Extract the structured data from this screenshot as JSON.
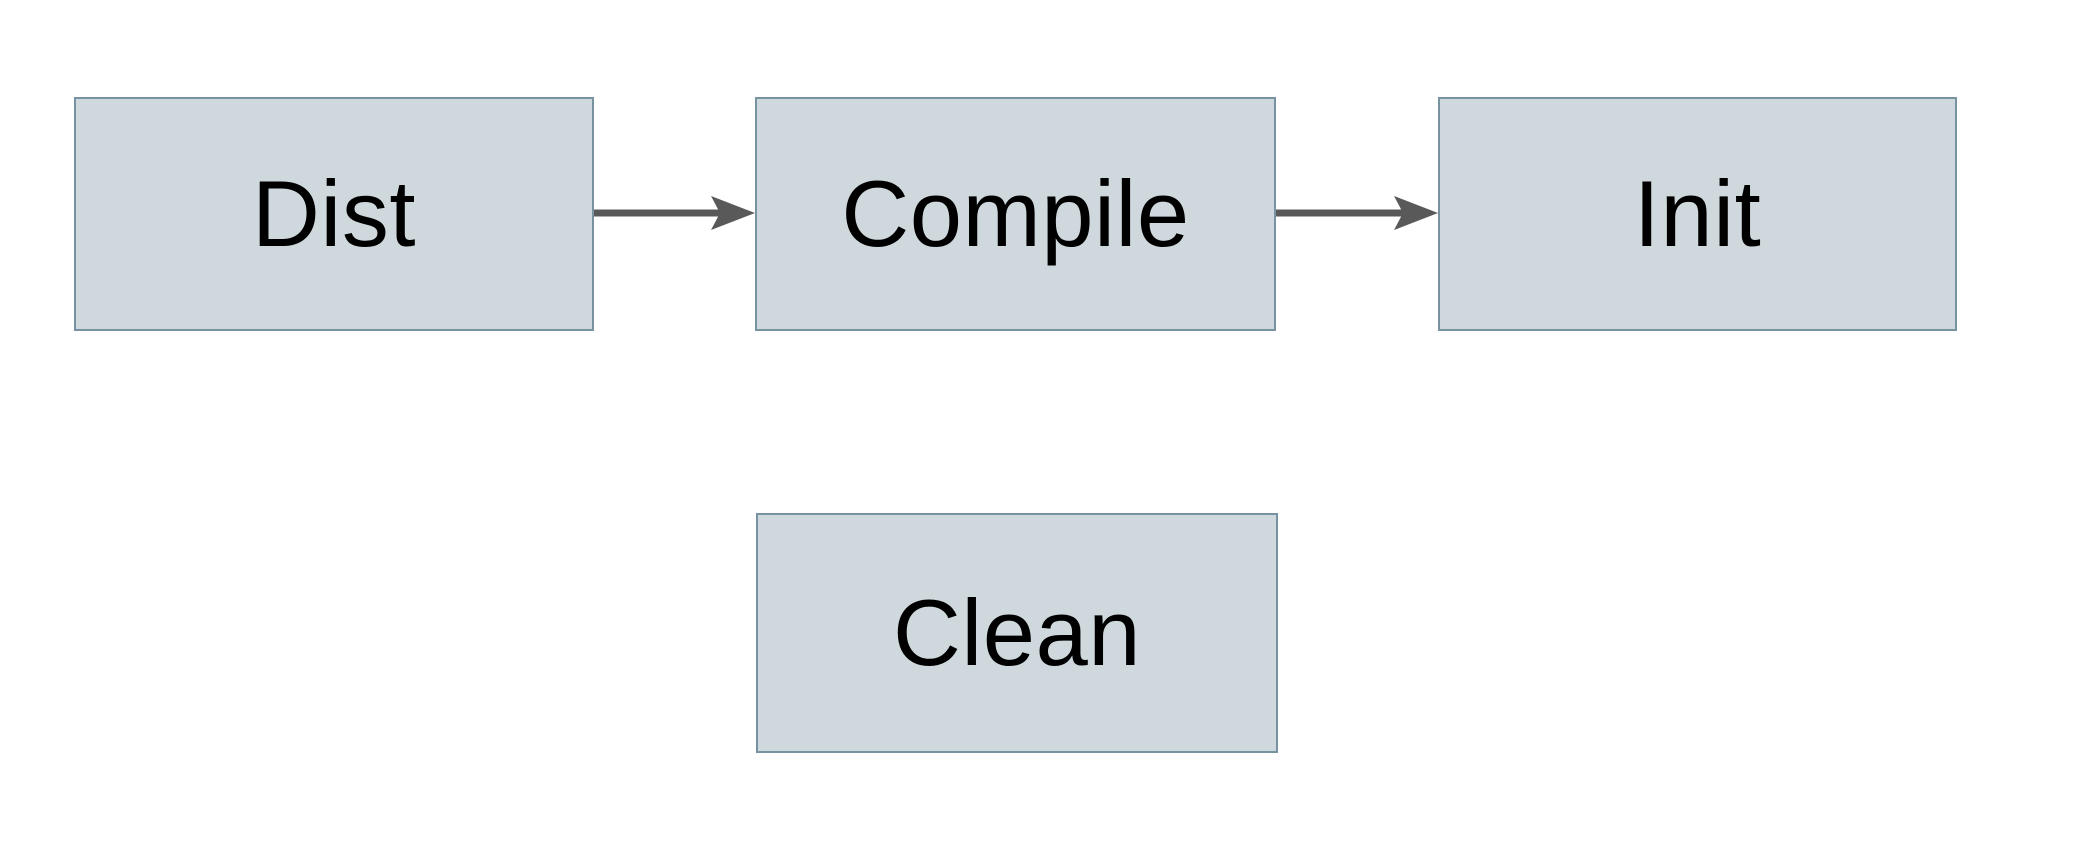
{
  "diagram": {
    "type": "flowchart",
    "nodes": [
      {
        "id": "dist",
        "label": "Dist",
        "row": 1
      },
      {
        "id": "compile",
        "label": "Compile",
        "row": 1
      },
      {
        "id": "init",
        "label": "Init",
        "row": 1
      },
      {
        "id": "clean",
        "label": "Clean",
        "row": 2
      }
    ],
    "edges": [
      {
        "from": "Dist",
        "to": "Compile",
        "style": "arrow-right"
      },
      {
        "from": "Compile",
        "to": "Init",
        "style": "arrow-right"
      }
    ]
  },
  "colors": {
    "background": "#ffffff",
    "node_fill": "#cfd8dc",
    "node_border": "#7793a1",
    "arrow_color": "#595959",
    "text_color": "#000000"
  }
}
